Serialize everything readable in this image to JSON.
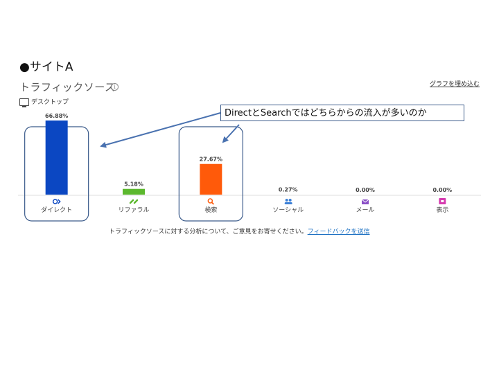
{
  "header": {
    "site_title": "●サイトA",
    "section_title": "トラフィックソース",
    "info_glyph": "i",
    "embed_link": "グラフを埋め込む",
    "device_label": "デスクトップ"
  },
  "callout": {
    "text": "DirectとSearchではどちらからの流入が多いのか"
  },
  "footer": {
    "text": "トラフィックソースに対する分析について、ご意見をお寄せください。",
    "link": "フィードバックを送信"
  },
  "colors": {
    "direct": "#0b47c2",
    "referral": "#5cb82e",
    "search": "#ff5a0a",
    "social": "#3a7fd6",
    "mail": "#8a4fc6",
    "display": "#d63bb0",
    "highlight_border": "#3a5a8a",
    "axis": "#dddddd"
  },
  "chart_data": {
    "type": "bar",
    "categories": [
      "ダイレクト",
      "リファラル",
      "検索",
      "ソーシャル",
      "メール",
      "表示"
    ],
    "values": [
      66.88,
      5.18,
      27.67,
      0.27,
      0.0,
      0.0
    ],
    "value_labels": [
      "66.88%",
      "5.18%",
      "27.67%",
      "0.27%",
      "0.00%",
      "0.00%"
    ],
    "icons": [
      "direct-icon",
      "referral-icon",
      "search-icon",
      "social-icon",
      "mail-icon",
      "display-icon"
    ],
    "highlighted": [
      "ダイレクト",
      "検索"
    ],
    "ylim": [
      0,
      100
    ],
    "grid": false,
    "legend": "none"
  }
}
